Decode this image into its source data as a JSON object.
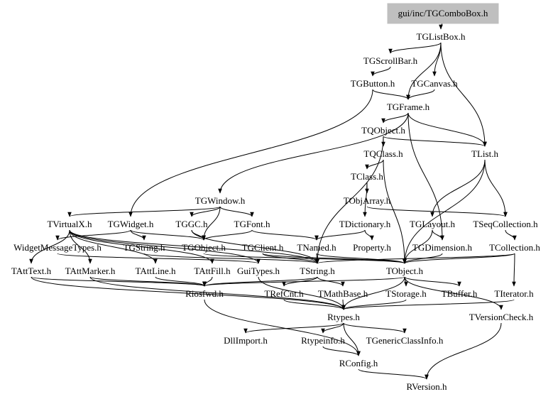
{
  "graph": {
    "title": "gui/inc/TGComboBox.h include dependency graph",
    "root_fill": "#bfbfbf",
    "edge_color": "#000000",
    "nodes": [
      {
        "id": "TGComboBox",
        "label": "gui/inc/TGComboBox.h",
        "root": true
      },
      {
        "id": "TGListBox",
        "label": "TGListBox.h"
      },
      {
        "id": "TGScrollBar",
        "label": "TGScrollBar.h"
      },
      {
        "id": "TGButton",
        "label": "TGButton.h"
      },
      {
        "id": "TGCanvas",
        "label": "TGCanvas.h"
      },
      {
        "id": "TGFrame",
        "label": "TGFrame.h"
      },
      {
        "id": "TQObject",
        "label": "TQObject.h"
      },
      {
        "id": "TQClass",
        "label": "TQClass.h"
      },
      {
        "id": "TList",
        "label": "TList.h"
      },
      {
        "id": "TClass",
        "label": "TClass.h"
      },
      {
        "id": "TObjArray",
        "label": "TObjArray.h"
      },
      {
        "id": "TGWindow",
        "label": "TGWindow.h"
      },
      {
        "id": "TVirtualX",
        "label": "TVirtualX.h"
      },
      {
        "id": "TGWidget",
        "label": "TGWidget.h"
      },
      {
        "id": "TGGC",
        "label": "TGGC.h"
      },
      {
        "id": "TGFont",
        "label": "TGFont.h"
      },
      {
        "id": "TDictionary",
        "label": "TDictionary.h"
      },
      {
        "id": "TGLayout",
        "label": "TGLayout.h"
      },
      {
        "id": "TSeqCollection",
        "label": "TSeqCollection.h"
      },
      {
        "id": "WidgetMessageTypes",
        "label": "WidgetMessageTypes.h"
      },
      {
        "id": "TGString",
        "label": "TGString.h"
      },
      {
        "id": "TGObject",
        "label": "TGObject.h"
      },
      {
        "id": "TGClient",
        "label": "TGClient.h"
      },
      {
        "id": "TNamed",
        "label": "TNamed.h"
      },
      {
        "id": "Property",
        "label": "Property.h"
      },
      {
        "id": "TGDimension",
        "label": "TGDimension.h"
      },
      {
        "id": "TCollection",
        "label": "TCollection.h"
      },
      {
        "id": "TAttText",
        "label": "TAttText.h"
      },
      {
        "id": "TAttMarker",
        "label": "TAttMarker.h"
      },
      {
        "id": "TAttLine",
        "label": "TAttLine.h"
      },
      {
        "id": "TAttFill",
        "label": "TAttFill.h"
      },
      {
        "id": "GuiTypes",
        "label": "GuiTypes.h"
      },
      {
        "id": "TString",
        "label": "TString.h"
      },
      {
        "id": "TObject",
        "label": "TObject.h"
      },
      {
        "id": "Riosfwd",
        "label": "Riosfwd.h"
      },
      {
        "id": "TRefCnt",
        "label": "TRefCnt.h"
      },
      {
        "id": "TMathBase",
        "label": "TMathBase.h"
      },
      {
        "id": "TStorage",
        "label": "TStorage.h"
      },
      {
        "id": "TBuffer",
        "label": "TBuffer.h"
      },
      {
        "id": "TIterator",
        "label": "TIterator.h"
      },
      {
        "id": "TVersionCheck",
        "label": "TVersionCheck.h"
      },
      {
        "id": "Rtypes",
        "label": "Rtypes.h"
      },
      {
        "id": "DllImport",
        "label": "DllImport.h"
      },
      {
        "id": "Rtypeinfo",
        "label": "Rtypeinfo.h"
      },
      {
        "id": "TGenericClassInfo",
        "label": "TGenericClassInfo.h"
      },
      {
        "id": "RConfig",
        "label": "RConfig.h"
      },
      {
        "id": "RVersion",
        "label": "RVersion.h"
      }
    ],
    "edges": [
      [
        "TGComboBox",
        "TGListBox"
      ],
      [
        "TGListBox",
        "TGScrollBar"
      ],
      [
        "TGListBox",
        "TGCanvas"
      ],
      [
        "TGListBox",
        "TGFrame"
      ],
      [
        "TGListBox",
        "TList"
      ],
      [
        "TGScrollBar",
        "TGButton"
      ],
      [
        "TGButton",
        "TGFrame"
      ],
      [
        "TGButton",
        "TGWidget"
      ],
      [
        "TGCanvas",
        "TGFrame"
      ],
      [
        "TGFrame",
        "TQObject"
      ],
      [
        "TGFrame",
        "TGWindow"
      ],
      [
        "TGFrame",
        "TList"
      ],
      [
        "TGFrame",
        "TGDimension"
      ],
      [
        "TQObject",
        "TQClass"
      ],
      [
        "TQObject",
        "TList"
      ],
      [
        "TQObject",
        "TString"
      ],
      [
        "TQClass",
        "TClass"
      ],
      [
        "TQClass",
        "TObject"
      ],
      [
        "TClass",
        "TObjArray"
      ],
      [
        "TClass",
        "TDictionary"
      ],
      [
        "TObjArray",
        "TSeqCollection"
      ],
      [
        "TList",
        "TSeqCollection"
      ],
      [
        "TList",
        "TGLayout"
      ],
      [
        "TList",
        "TObject"
      ],
      [
        "TGWindow",
        "TGObject"
      ],
      [
        "TGWindow",
        "TGFont"
      ],
      [
        "TGWindow",
        "TVirtualX"
      ],
      [
        "TGWindow",
        "TGGC"
      ],
      [
        "TGWidget",
        "WidgetMessageTypes"
      ],
      [
        "TGWidget",
        "TGString"
      ],
      [
        "TGWidget",
        "TGObject"
      ],
      [
        "TGGC",
        "TGObject"
      ],
      [
        "TGGC",
        "TString"
      ],
      [
        "TGFont",
        "TNamed"
      ],
      [
        "TGFont",
        "TGObject"
      ],
      [
        "TVirtualX",
        "TAttText"
      ],
      [
        "TVirtualX",
        "TAttFill"
      ],
      [
        "TVirtualX",
        "TAttLine"
      ],
      [
        "TVirtualX",
        "TAttMarker"
      ],
      [
        "TVirtualX",
        "GuiTypes"
      ],
      [
        "TVirtualX",
        "TString"
      ],
      [
        "TDictionary",
        "Property"
      ],
      [
        "TDictionary",
        "TNamed"
      ],
      [
        "TGLayout",
        "TGDimension"
      ],
      [
        "TGLayout",
        "TObject"
      ],
      [
        "TSeqCollection",
        "TCollection"
      ],
      [
        "TCollection",
        "TObject"
      ],
      [
        "TCollection",
        "TIterator"
      ],
      [
        "TCollection",
        "TString"
      ],
      [
        "WidgetMessageTypes",
        "GuiTypes"
      ],
      [
        "TGString",
        "TString"
      ],
      [
        "TGObject",
        "TObject"
      ],
      [
        "TGClient",
        "TObject"
      ],
      [
        "TGClient",
        "TString"
      ],
      [
        "TNamed",
        "TString"
      ],
      [
        "TNamed",
        "TObject"
      ],
      [
        "TGDimension",
        "TObject"
      ],
      [
        "TAttText",
        "Riosfwd"
      ],
      [
        "TAttText",
        "Rtypes"
      ],
      [
        "TAttMarker",
        "Riosfwd"
      ],
      [
        "TAttMarker",
        "Rtypes"
      ],
      [
        "TAttLine",
        "Riosfwd"
      ],
      [
        "TAttFill",
        "Riosfwd"
      ],
      [
        "GuiTypes",
        "Rtypes"
      ],
      [
        "TString",
        "TRefCnt"
      ],
      [
        "TString",
        "TMathBase"
      ],
      [
        "TString",
        "Riosfwd"
      ],
      [
        "TObject",
        "TStorage"
      ],
      [
        "TObject",
        "TBuffer"
      ],
      [
        "TObject",
        "TVersionCheck"
      ],
      [
        "TObject",
        "Riosfwd"
      ],
      [
        "TObject",
        "Rtypes"
      ],
      [
        "TStorage",
        "Rtypes"
      ],
      [
        "TRefCnt",
        "Rtypes"
      ],
      [
        "TMathBase",
        "Rtypes"
      ],
      [
        "TIterator",
        "Rtypes"
      ],
      [
        "TVersionCheck",
        "RVersion"
      ],
      [
        "Riosfwd",
        "RConfig"
      ],
      [
        "Rtypes",
        "DllImport"
      ],
      [
        "Rtypes",
        "Rtypeinfo"
      ],
      [
        "Rtypes",
        "TGenericClassInfo"
      ],
      [
        "Rtypes",
        "RConfig"
      ],
      [
        "Rtypeinfo",
        "RConfig"
      ],
      [
        "RConfig",
        "RVersion"
      ]
    ]
  }
}
